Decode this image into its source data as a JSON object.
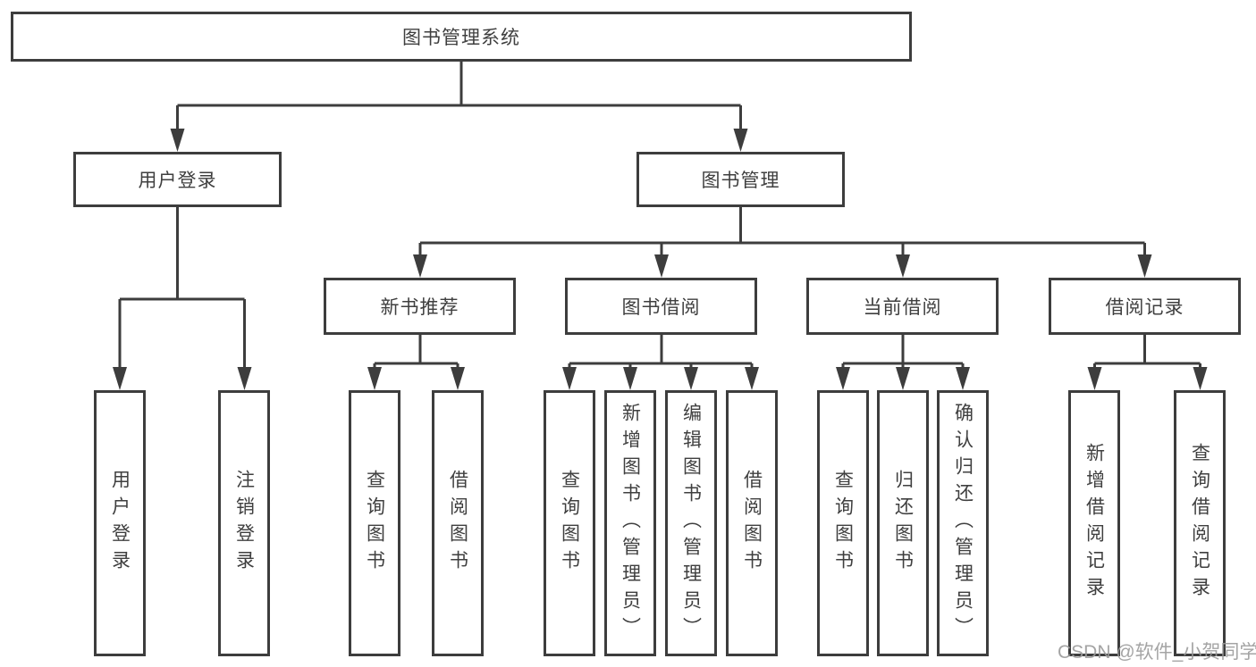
{
  "diagram": {
    "root": {
      "label": "图书管理系统"
    },
    "user_branch": {
      "label": "用户登录",
      "children": [
        {
          "label": "用户登录"
        },
        {
          "label": "注销登录"
        }
      ]
    },
    "mgmt_branch": {
      "label": "图书管理",
      "sections": [
        {
          "label": "新书推荐",
          "children": [
            {
              "label": "查询图书"
            },
            {
              "label": "借阅图书"
            }
          ]
        },
        {
          "label": "图书借阅",
          "children": [
            {
              "label": "查询图书"
            },
            {
              "label": "新增图书（管理员）"
            },
            {
              "label": "编辑图书（管理员）"
            },
            {
              "label": "借阅图书"
            }
          ]
        },
        {
          "label": "当前借阅",
          "children": [
            {
              "label": "查询图书"
            },
            {
              "label": "归还图书"
            },
            {
              "label": "确认归还（管理员）"
            }
          ]
        },
        {
          "label": "借阅记录",
          "children": [
            {
              "label": "新增借阅记录"
            },
            {
              "label": "查询借阅记录"
            }
          ]
        }
      ]
    }
  },
  "watermark": {
    "text": "CSDN @软件_小贺同学"
  },
  "colors": {
    "line": "#3d3d3d",
    "box_border": "#3d3d3d",
    "text": "#3f3f3f",
    "background": "#ffffff",
    "watermark": "#9b9b9b"
  }
}
